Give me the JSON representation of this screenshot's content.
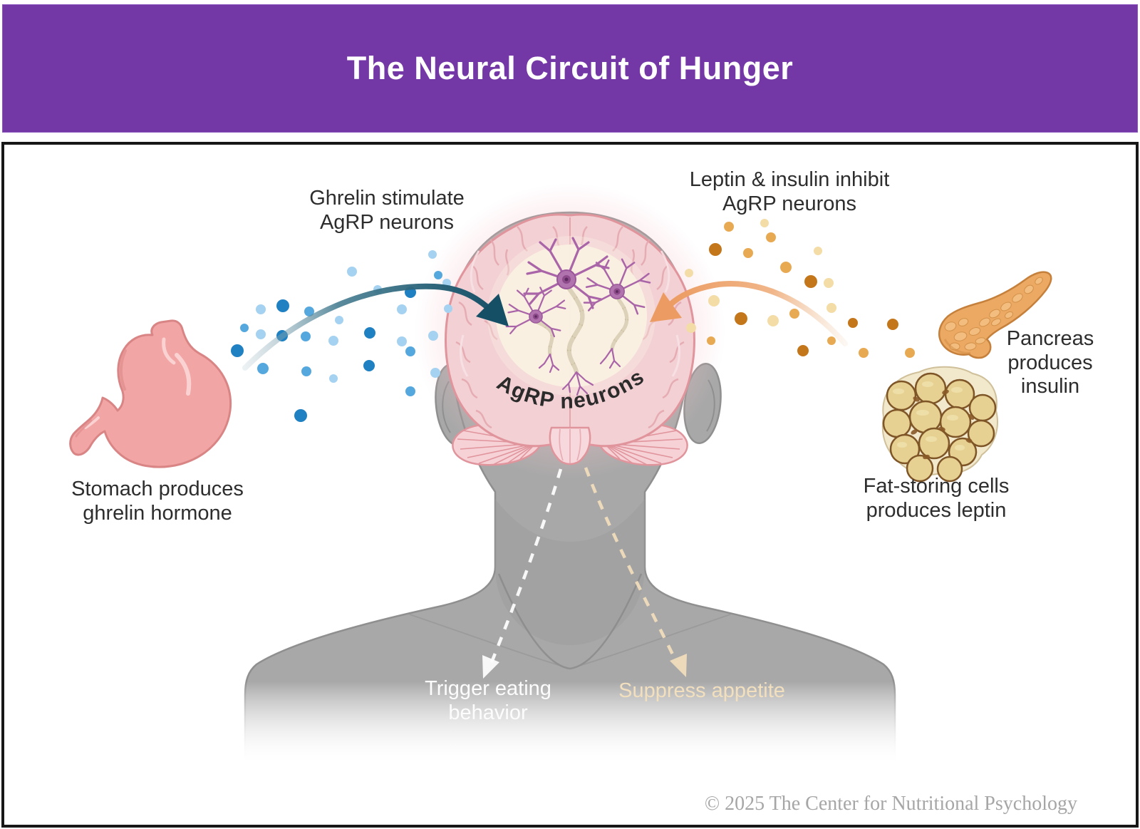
{
  "header": {
    "title": "The Neural Circuit of Hunger"
  },
  "annotations": {
    "ghrelin": "Ghrelin stimulate\nAgRP neurons",
    "leptin": "Leptin & insulin inhibit\nAgRP neurons",
    "stomach": "Stomach produces\nghrelin hormone",
    "pancreas": "Pancreas\nproduces insulin",
    "fat_cells": "Fat-storing cells\nproduces leptin",
    "agrp": "AgRP neurons",
    "trigger": "Trigger eating\nbehavior",
    "suppress": "Suppress appetite"
  },
  "footer": {
    "copyright": "© 2025 The Center for Nutritional Psychology"
  },
  "palette": {
    "header_purple": "#7438A6",
    "frame_black": "#171717",
    "ghrelin_blue_dark": "#1F80C2",
    "ghrelin_blue_mid": "#55A8DE",
    "ghrelin_blue_light": "#A5D2F0",
    "ghrelin_arrow_teal": "#154F66",
    "hormone_orange_dark": "#C4761B",
    "hormone_orange_mid": "#E8A953",
    "hormone_orange_light": "#F3DCA6",
    "leptin_arrow_orange": "#EC9C62",
    "brain_pink": "#F3D0D4",
    "neuron_purple": "#A965A8",
    "silhouette_gray": "#A8A8A8",
    "stomach_pink": "#F2A5A5",
    "pancreas_tan": "#ECA964",
    "fat_cell_yellow": "#E7D192",
    "trigger_text_white": "#FCFCFC",
    "suppress_text_cream": "#F2DFBE",
    "copyright_gray": "#A6A6A6"
  }
}
